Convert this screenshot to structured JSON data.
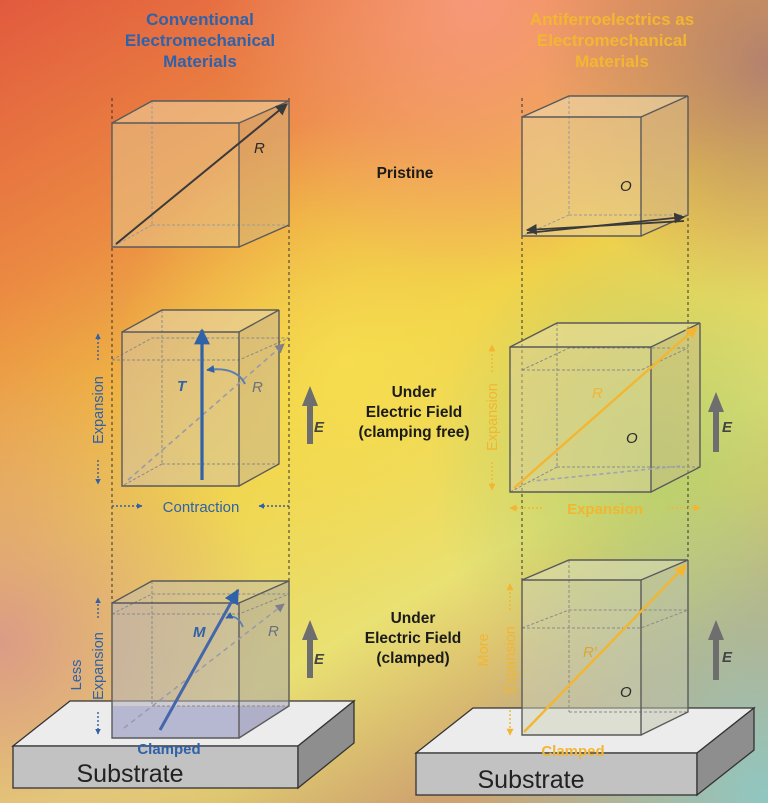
{
  "headers": {
    "left": [
      "Conventional",
      "Electromechanical",
      "Materials"
    ],
    "right": [
      "Antiferroelectrics as",
      "Electromechanical",
      "Materials"
    ]
  },
  "states": {
    "pristine": [
      "Pristine"
    ],
    "field_free": [
      "Under",
      "Electric Field",
      "(clamping free)"
    ],
    "field_clamped": [
      "Under",
      "Electric Field",
      "(clamped)"
    ]
  },
  "labels": {
    "R": "R",
    "O": "O",
    "T": "T",
    "M": "M",
    "R_prime": "R′",
    "E": "E",
    "expansion": "Expansion",
    "contraction": "Contraction",
    "less": "Less",
    "more": "More",
    "clamped": "Clamped",
    "substrate": "Substrate"
  },
  "colors": {
    "conventional": "#2f62a8",
    "antiferro": "#f3b632",
    "dark": "#3a3a3a",
    "field_arrow": "#6e6e6e"
  }
}
